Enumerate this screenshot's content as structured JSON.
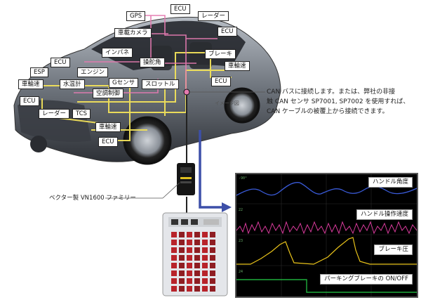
{
  "labels": {
    "ecu_top": "ECU",
    "gps": "GPS",
    "radar_top": "レーダー",
    "car_camera": "車載カメラ",
    "ecu_right1": "ECU",
    "inpane": "インパネ",
    "brake_top": "ブレーキ",
    "ecu_left1": "ECU",
    "steering_angle": "操舵角",
    "wheel_speed_right": "車輪速",
    "esp": "ESP",
    "engine": "エンジン",
    "ecu_right2": "ECU",
    "wheel_speed_left": "車輪速",
    "water_temp": "水温計",
    "g_sensor": "Gセンサ",
    "throttle": "スロットル",
    "aircon": "空調制御",
    "ecu_left2": "ECU",
    "radar_bottom": "レーダー",
    "tcs": "TCS",
    "wheel_speed_bottom": "車輪速",
    "ecu_bottom": "ECU"
  },
  "notes": {
    "can_line1": "CAN バスに接続します。または、弊社の非接",
    "can_line2": "触 CAN センサ SP7001, SP7002 を使用すれば、",
    "can_line3": "CAN ケーブルの被覆上から接続できます。",
    "image_caption": "イメージ図",
    "device": "ベクター製 VN1600 ファミリー"
  },
  "scope": {
    "signals": [
      {
        "label": "ハンドル角度",
        "color": "#3a5bd9"
      },
      {
        "label": "ハンドル操作速度",
        "color": "#d63a9a"
      },
      {
        "label": "ブレーキ圧",
        "color": "#e8c21a"
      },
      {
        "label": "パーキングブレーキの ON/OFF",
        "color": "#1fae3c"
      }
    ]
  },
  "colors": {
    "wire_yellow": "#f2e25a",
    "wire_pink": "#e47ab0",
    "wire_blue": "#3d4fa8",
    "car_body": "#7a8088"
  }
}
